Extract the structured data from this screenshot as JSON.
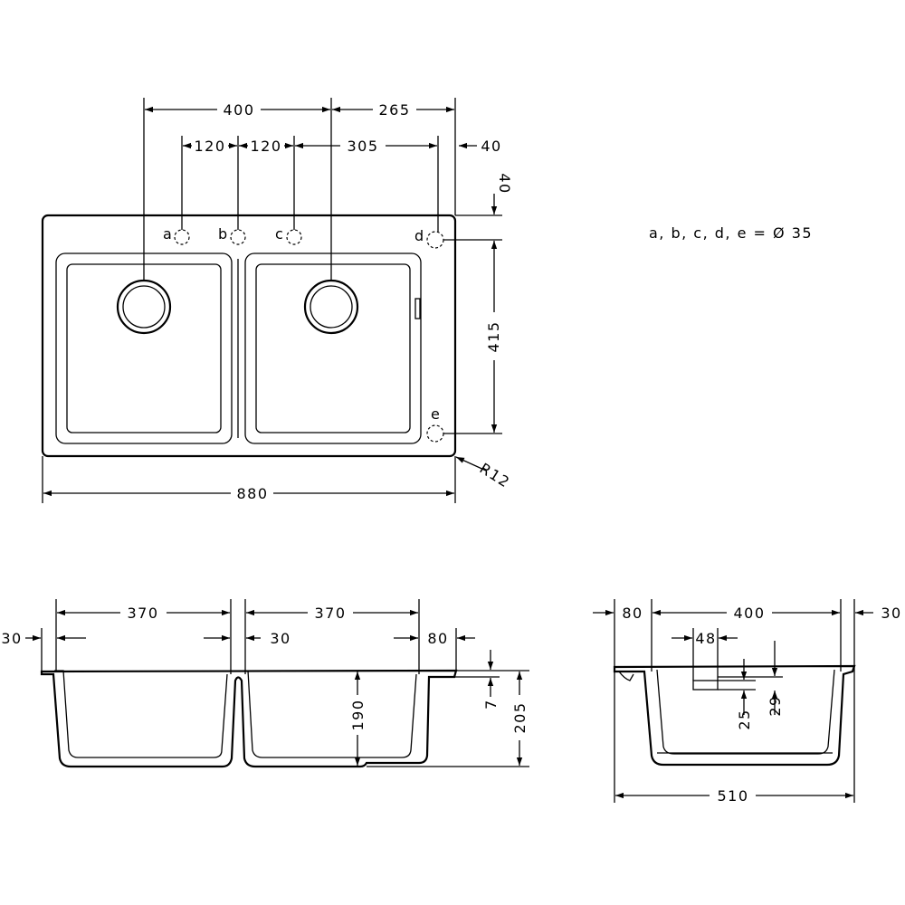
{
  "top_view": {
    "dims": {
      "w400": "400",
      "w265": "265",
      "w120a": "120",
      "w120b": "120",
      "w305": "305",
      "w40": "40",
      "h40": "40",
      "h415": "415",
      "w880": "880",
      "r12": "R12"
    },
    "holes": {
      "a": "a",
      "b": "b",
      "c": "c",
      "d": "d",
      "e": "e"
    }
  },
  "legend": {
    "holes_note": "a, b, c, d, e = Ø 35"
  },
  "front_view": {
    "dims": {
      "w370a": "370",
      "w370b": "370",
      "w30a": "30",
      "w30b": "30",
      "w80": "80",
      "h7": "7",
      "h190": "190",
      "h205": "205"
    }
  },
  "side_view": {
    "dims": {
      "w80": "80",
      "w400": "400",
      "w30": "30",
      "w48": "48",
      "h25": "25",
      "h29": "29",
      "w510": "510"
    }
  }
}
